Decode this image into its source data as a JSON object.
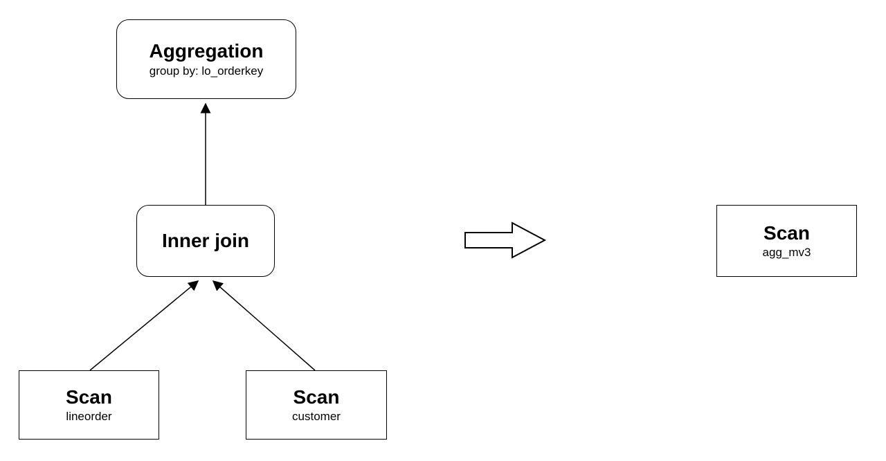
{
  "diagram": {
    "before": {
      "aggregation": {
        "title": "Aggregation",
        "subtitle": "group by: lo_orderkey"
      },
      "inner_join": {
        "title": "Inner join"
      },
      "scan_lineorder": {
        "title": "Scan",
        "subtitle": "lineorder"
      },
      "scan_customer": {
        "title": "Scan",
        "subtitle": "customer"
      }
    },
    "after": {
      "scan_agg_mv3": {
        "title": "Scan",
        "subtitle": "agg_mv3"
      }
    },
    "icons": {
      "transform_arrow": "right-arrow"
    },
    "colors": {
      "stroke": "#000000",
      "background": "#ffffff",
      "text": "#000000"
    }
  }
}
